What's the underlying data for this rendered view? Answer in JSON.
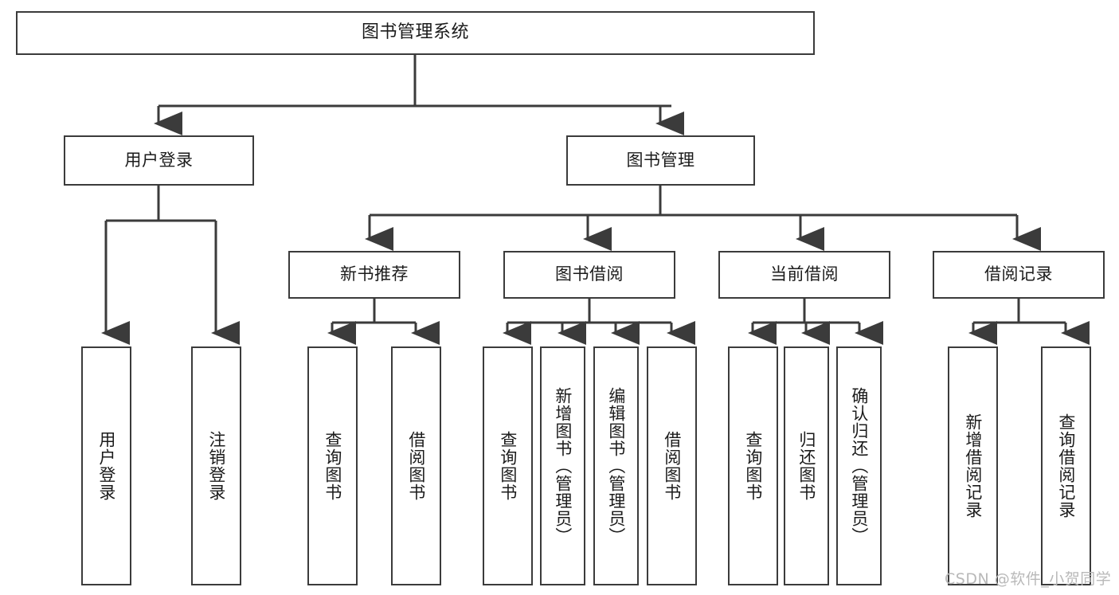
{
  "diagram": {
    "type": "tree-hierarchy",
    "title": "图书管理系统",
    "root": {
      "label": "图书管理系统"
    },
    "level2": [
      {
        "id": "user-login",
        "label": "用户登录"
      },
      {
        "id": "book-management",
        "label": "图书管理"
      }
    ],
    "level3": [
      {
        "id": "new-book-recommend",
        "label": "新书推荐",
        "parent": "book-management"
      },
      {
        "id": "book-borrow",
        "label": "图书借阅",
        "parent": "book-management"
      },
      {
        "id": "current-borrow",
        "label": "当前借阅",
        "parent": "book-management"
      },
      {
        "id": "borrow-record",
        "label": "借阅记录",
        "parent": "book-management"
      }
    ],
    "leaves": [
      {
        "id": "leaf-user-login",
        "label": "用户登录",
        "parent": "user-login"
      },
      {
        "id": "leaf-user-logout",
        "label": "注销登录",
        "parent": "user-login"
      },
      {
        "id": "leaf-query-book-1",
        "label": "查询图书",
        "parent": "new-book-recommend"
      },
      {
        "id": "leaf-borrow-book-1",
        "label": "借阅图书",
        "parent": "new-book-recommend"
      },
      {
        "id": "leaf-query-book-2",
        "label": "查询图书",
        "parent": "book-borrow"
      },
      {
        "id": "leaf-add-book",
        "label": "新增图书（管理员）",
        "parent": "book-borrow"
      },
      {
        "id": "leaf-edit-book",
        "label": "编辑图书（管理员）",
        "parent": "book-borrow"
      },
      {
        "id": "leaf-borrow-book-2",
        "label": "借阅图书",
        "parent": "book-borrow"
      },
      {
        "id": "leaf-query-book-3",
        "label": "查询图书",
        "parent": "current-borrow"
      },
      {
        "id": "leaf-return-book",
        "label": "归还图书",
        "parent": "current-borrow"
      },
      {
        "id": "leaf-confirm-return",
        "label": "确认归还（管理员）",
        "parent": "current-borrow"
      },
      {
        "id": "leaf-add-record",
        "label": "新增借阅记录",
        "parent": "borrow-record"
      },
      {
        "id": "leaf-query-record",
        "label": "查询借阅记录",
        "parent": "borrow-record"
      }
    ],
    "colors": {
      "box_border": "#3b3b3b",
      "box_fill": "#ffffff",
      "connector": "#3b3b3b",
      "text": "#1b1b1b",
      "watermark": "#b9b9b9",
      "background": "#ffffff"
    }
  },
  "watermark": {
    "text": "CSDN @软件_小贺同学"
  }
}
